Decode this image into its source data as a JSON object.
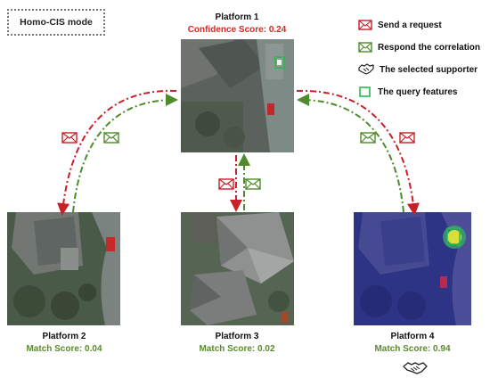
{
  "mode_label": "Homo-CIS mode",
  "platforms": {
    "p1": {
      "title": "Platform 1",
      "score": "Confidence Score: 0.24"
    },
    "p2": {
      "title": "Platform 2",
      "score": "Match Score: 0.04"
    },
    "p3": {
      "title": "Platform 3",
      "score": "Match Score: 0.02"
    },
    "p4": {
      "title": "Platform 4",
      "score": "Match Score: 0.94"
    }
  },
  "legend": {
    "send": "Send a request",
    "respond": "Respond the correlation",
    "supporter": "The selected supporter",
    "query": "The query features"
  },
  "colors": {
    "request": "#c8202a",
    "respond": "#4f8a2b",
    "query_box": "#1fbf4a",
    "confidence_text": "#d9261c",
    "match_text": "#5b8a2e"
  },
  "icons": [
    "envelope-icon",
    "handshake-icon"
  ]
}
